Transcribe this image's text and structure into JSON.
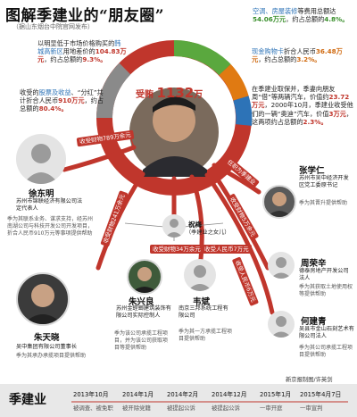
{
  "title": "图解季建业的“朋友圈”",
  "subtitle": "（据山东烟台中院官网发布）",
  "notes": {
    "land": {
      "text_a": "以明显低于市场价格购买",
      "text_b": "的",
      "hl": "韩城高新区",
      "text_c": "用地差价的",
      "num": "104.83万元",
      "tail": "，约占总额的",
      "pct": "9.3%。"
    },
    "gift": {
      "text_a": "收受的",
      "hl1": "股票及收益",
      "text_b": "、“分红”共计折合人民币",
      "num": "910万元",
      "tail": "，约占总额的",
      "pct": "80.4%。"
    },
    "ac": {
      "hl": "空调、房屋装修",
      "text": "等费用总额达",
      "num": "54.06万元",
      "tail": "，约占总额的",
      "pct": "4.8%。"
    },
    "cash": {
      "hl": "现金购物卡",
      "text": "折合人民币",
      "num": "36.48万元",
      "tail": "，约占总额的",
      "pct": "3.2%。"
    },
    "car": {
      "text": "在季建业取保并，季妻向朋友周“借”等两辆汽车，价值约",
      "num": "23.72万元",
      "text2": "，2000年10月，季建业收受他们的一辆“奥迪”汽车，价值",
      "num2": "3万元",
      "tail": "，这两项约占总额的",
      "pct": "2.3%。"
    }
  },
  "center": {
    "label": "受贿",
    "amount": "1132",
    "unit": "万"
  },
  "people": {
    "xu": {
      "name": "徐东明",
      "role": "苏州市锦联经济有限公司法定代表人",
      "desc": "季为其联系业务、谋求支持，经苏州南湖公司与科技开发公司开发项目，折合人民币910万元等事项提供帮助"
    },
    "zhu_xl": {
      "name": "朱兴良",
      "role": "苏州金螳螂建筑装饰有限公司实际控制人",
      "desc": "季为该公司承揽工程项目，并为该公司获取项目等提供帮助"
    },
    "zhu_x": {
      "name": "朱天晓",
      "role": "吴中集团有限公司董事长",
      "desc": "季为其承办承揽项目提供帮助"
    },
    "wei": {
      "name": "韦斌",
      "role": "南京三邦系统工程有限公司",
      "desc": "季为其一方承揽工程项目提供帮助"
    },
    "zhang": {
      "name": "张学仁",
      "role": "苏州市吴中经济开发区党工委原书记",
      "desc": "季为其晋升提供帮助"
    },
    "zhou": {
      "name": "周荣辛",
      "role": "德泰房地产开发公司法人",
      "desc": "季为其获取土地使用权等提供帮助"
    },
    "he": {
      "name": "何建青",
      "role": "吴县市金山石刻艺术有限公司法人",
      "desc": "季为其公司承揽工程项目提供帮助"
    },
    "zhu_mei": {
      "name": "祝梅",
      "role": "（季建业之女儿）"
    }
  },
  "arrows": {
    "xu": "收受财物789万余元",
    "zhu_xl": "收受财物241万余元",
    "zhu_mei": "收受财物34万余元",
    "wei": "收受人民币7万元",
    "zhang": "任职为季建业",
    "zhou": "收受财物5万余元",
    "he": "收受人民币6万元"
  },
  "credit": "新京报制图/许英剑",
  "timeline": {
    "name": "季建业",
    "items": [
      {
        "date": "2013年10月",
        "event": "被调查、被免职"
      },
      {
        "date": "2014年1月",
        "event": "被开除党籍"
      },
      {
        "date": "2014年2月",
        "event": "被提起公诉"
      },
      {
        "date": "2014年12月",
        "event": "被提起公诉"
      },
      {
        "date": "2015年1月",
        "event": "一审开庭"
      },
      {
        "date": "2015年4月7日",
        "event": "一审宣判"
      }
    ]
  },
  "colors": {
    "accent": "#c0362c",
    "green": "#3a8f2c",
    "orange": "#e07a12",
    "blue": "#2d73b7",
    "band": "#e8e8e8"
  }
}
